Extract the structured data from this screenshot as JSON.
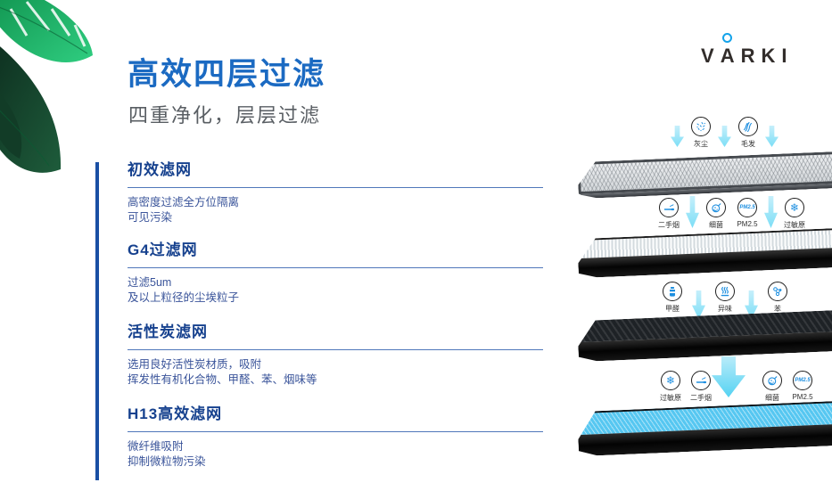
{
  "header": {
    "title": "高效四层过滤",
    "subtitle": "四重净化，层层过滤"
  },
  "logo": {
    "pre": "V",
    "a": "A",
    "post": "RKI"
  },
  "sections": [
    {
      "heading": "初效滤网",
      "lines": [
        "高密度过滤全方位隔离",
        "可见污染"
      ]
    },
    {
      "heading": "G4过滤网",
      "lines": [
        "过滤5um",
        "及以上粒径的尘埃粒子"
      ]
    },
    {
      "heading": "活性炭滤网",
      "lines": [
        "选用良好活性炭材质，吸附",
        "挥发性有机化合物、甲醛、苯、烟味等"
      ]
    },
    {
      "heading": "H13高效滤网",
      "lines": [
        "微纤维吸附",
        "抑制微粒物污染"
      ]
    }
  ],
  "diagram": {
    "rows": [
      {
        "icons": [
          {
            "name": "dust",
            "label": "灰尘"
          },
          {
            "name": "hair",
            "label": "毛发"
          }
        ]
      },
      {
        "icons": [
          {
            "name": "cigarette",
            "label": "二手烟"
          },
          {
            "name": "bacteria",
            "label": "细菌"
          },
          {
            "name": "pm25",
            "label": "PM2.5",
            "glyph": "PM2.5"
          },
          {
            "name": "allergen",
            "label": "过敏原"
          }
        ]
      },
      {
        "icons": [
          {
            "name": "formaldehyde",
            "label": "甲醛"
          },
          {
            "name": "odor",
            "label": "异味"
          },
          {
            "name": "benzene",
            "label": "苯"
          }
        ]
      },
      {
        "icons": [
          {
            "name": "allergen",
            "label": "过敏原"
          },
          {
            "name": "cigarette",
            "label": "二手烟"
          },
          {
            "name": "bacteria",
            "label": "细菌"
          },
          {
            "name": "pm25",
            "label": "PM2.5",
            "glyph": "PM2.5"
          }
        ]
      }
    ]
  },
  "colors": {
    "title_blue": "#1b6ac2",
    "heading_navy": "#16418e",
    "body_navy": "#3a549a",
    "bar_blue": "#1a4fa4",
    "arrow_cyan": "#7cdef6",
    "glyph_blue": "#1e8fe0",
    "hepa_blue": "#56c7f1",
    "logo_dot_blue": "#14a3ea",
    "leaf_green": "#17a35a"
  }
}
